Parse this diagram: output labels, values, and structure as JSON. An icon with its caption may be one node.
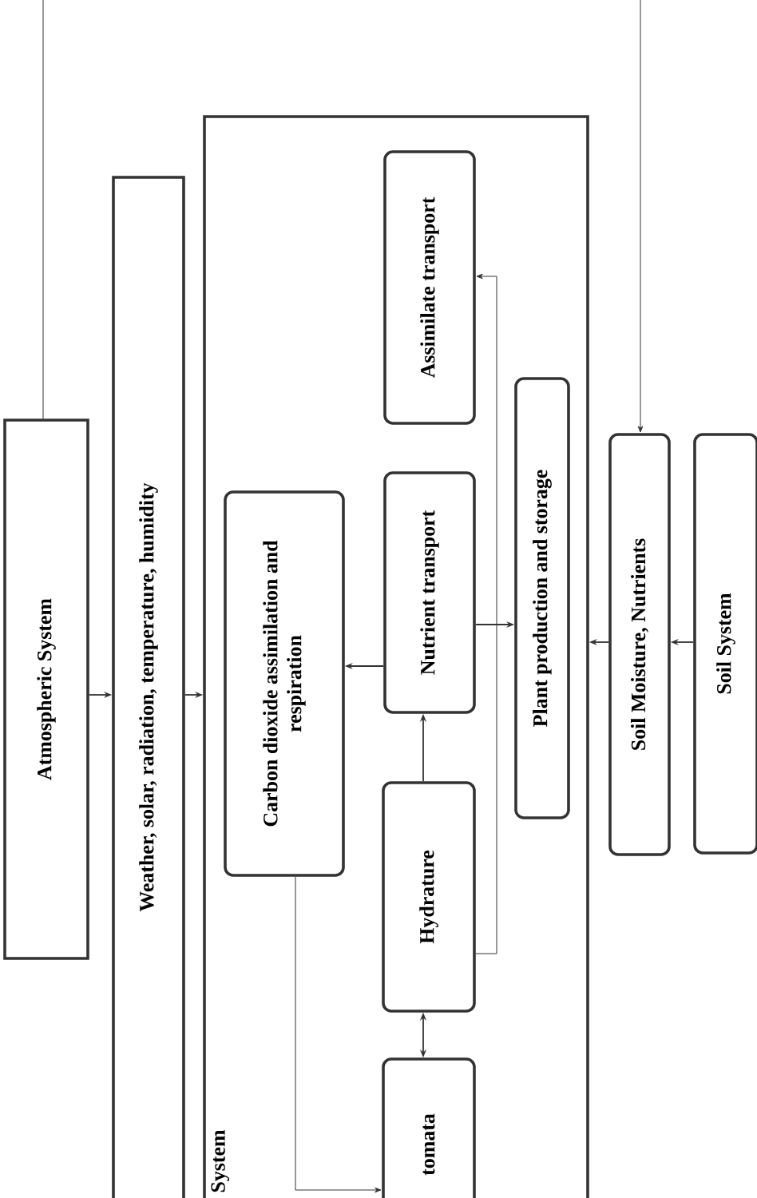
{
  "diagram": {
    "nodes": [
      {
        "text": [
          "Atmospheric System"
        ]
      },
      {
        "text": [
          "Weather, solar, radiation, temperature, humidity"
        ]
      },
      {
        "text": [
          "System"
        ]
      },
      {
        "text": [
          "Carbon dioxide assimilation and respiration"
        ],
        "in": 2
      },
      {
        "text": [
          "Assimilate transport"
        ],
        "in": 2
      },
      {
        "text": [
          "Nutrient transport"
        ],
        "in": 2
      },
      {
        "text": [
          "Hydrature"
        ],
        "in": 2
      },
      {
        "text": [
          "tomata"
        ],
        "in": 2
      },
      {
        "text": [
          "Plant production and storage"
        ],
        "in": 2
      },
      {
        "text": [
          "Soil Moisture, Nutrients"
        ]
      },
      {
        "text": [
          "Soil System"
        ]
      }
    ],
    "edges": [
      {
        "from": null,
        "to": 0,
        "arrow": "none"
      },
      {
        "from": null,
        "to": 9,
        "arrow": "to"
      },
      {
        "from": 0,
        "to": 1,
        "arrow": "to"
      },
      {
        "from": 1,
        "to": 2,
        "arrow": "to"
      },
      {
        "from": 5,
        "to": 3,
        "arrow": "to"
      },
      {
        "from": 6,
        "to": 5,
        "arrow": "to"
      },
      {
        "from": 6,
        "to": 7,
        "arrow": "both"
      },
      {
        "from": 6,
        "to": 4,
        "arrow": "to"
      },
      {
        "from": 5,
        "to": 8,
        "arrow": "to"
      },
      {
        "from": 9,
        "to": 2,
        "arrow": "to"
      },
      {
        "from": 10,
        "to": 9,
        "arrow": "to"
      },
      {
        "from": 3,
        "to": 7,
        "arrow": "to"
      }
    ]
  }
}
